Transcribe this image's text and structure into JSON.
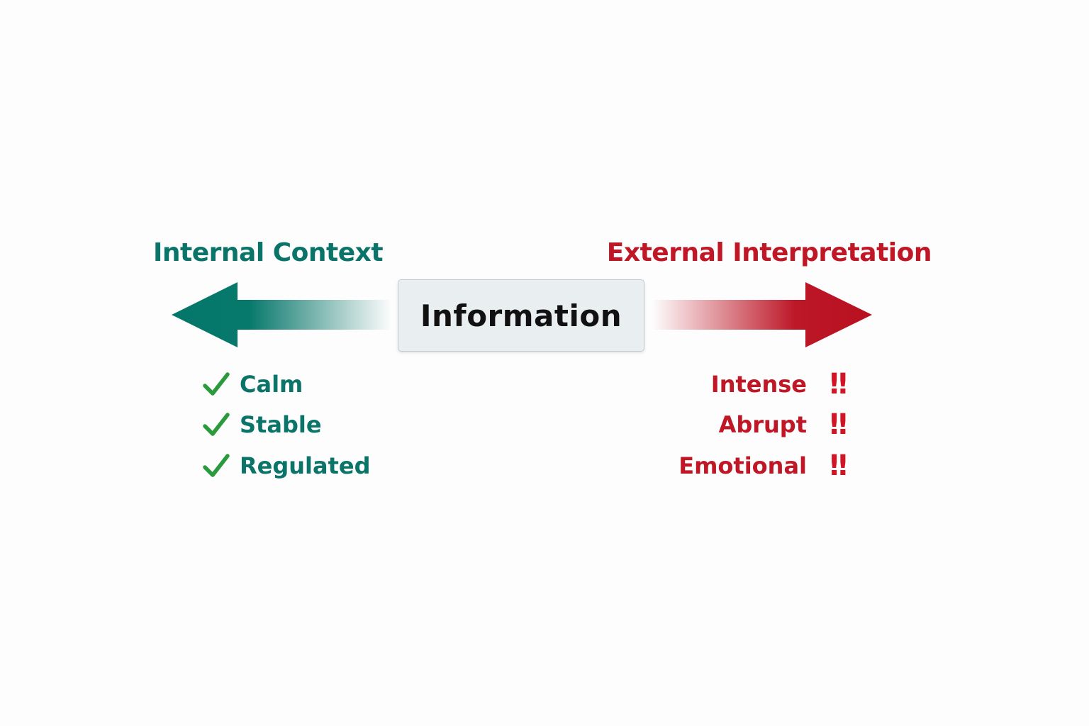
{
  "left": {
    "heading": "Internal Context",
    "color": "#0b7468",
    "items": [
      {
        "label": "Calm",
        "marker": "check-icon"
      },
      {
        "label": "Stable",
        "marker": "check-icon"
      },
      {
        "label": "Regulated",
        "marker": "check-icon"
      }
    ]
  },
  "center": {
    "label": "Information"
  },
  "right": {
    "heading": "External Interpretation",
    "color": "#c01727",
    "items": [
      {
        "label": "Intense",
        "marker": "!!"
      },
      {
        "label": "Abrupt",
        "marker": "!!"
      },
      {
        "label": "Emotional",
        "marker": "!!"
      }
    ]
  }
}
